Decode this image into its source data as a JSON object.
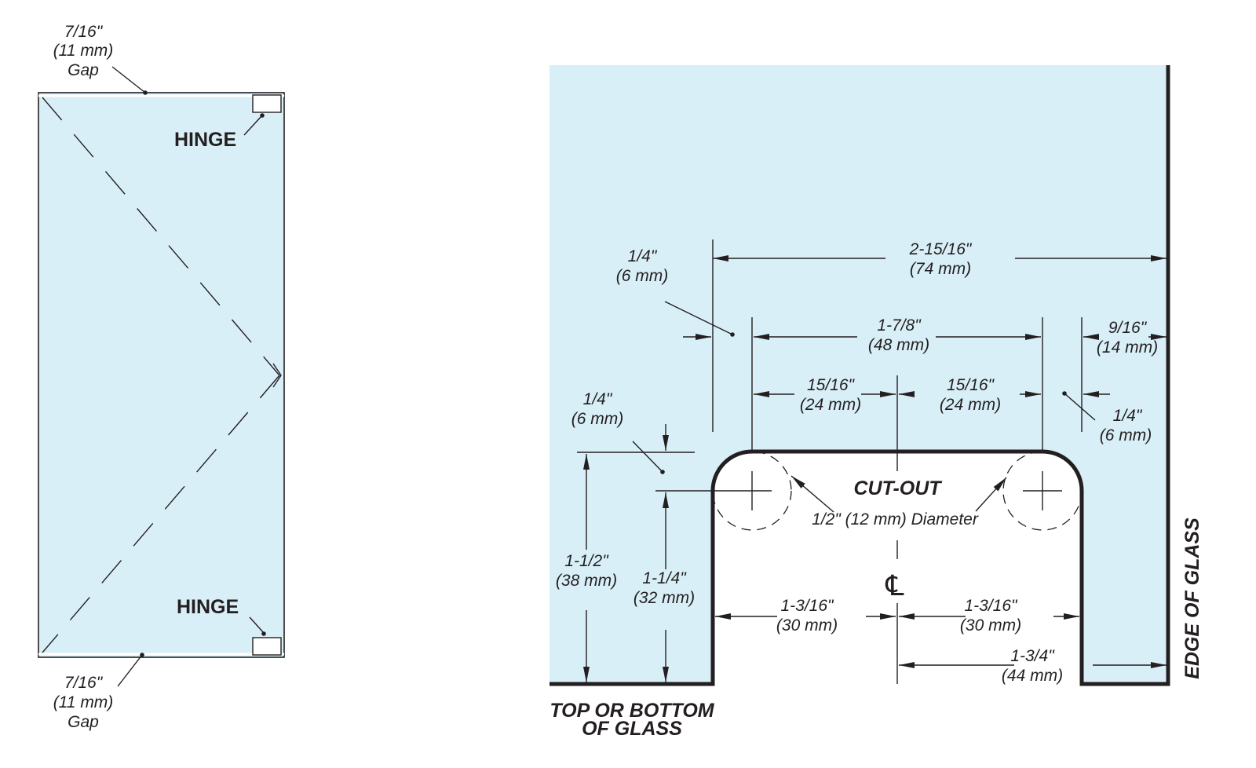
{
  "colors": {
    "glass": "#d9eff8",
    "line": "#231f20",
    "background": "#ffffff"
  },
  "door": {
    "top_gap": {
      "in": "7/16\"",
      "mm": "(11 mm)",
      "label": "Gap"
    },
    "bottom_gap": {
      "in": "7/16\"",
      "mm": "(11 mm)",
      "label": "Gap"
    },
    "hinge_top_label": "HINGE",
    "hinge_bottom_label": "HINGE"
  },
  "detail": {
    "overall_width": {
      "in": "2-15/16\"",
      "mm": "(74 mm)"
    },
    "hole_spacing": {
      "in": "1-7/8\"",
      "mm": "(48 mm)"
    },
    "left_inset": {
      "in": "1/4\"",
      "mm": "(6 mm)"
    },
    "right_edge": {
      "in": "9/16\"",
      "mm": "(14 mm)"
    },
    "half_left": {
      "in": "15/16\"",
      "mm": "(24 mm)"
    },
    "half_right": {
      "in": "15/16\"",
      "mm": "(24 mm)"
    },
    "right_inset": {
      "in": "1/4\"",
      "mm": "(6 mm)"
    },
    "top_inset": {
      "in": "1/4\"",
      "mm": "(6 mm)"
    },
    "cutout_depth": {
      "in": "1-1/2\"",
      "mm": "(38 mm)"
    },
    "hole_height": {
      "in": "1-1/4\"",
      "mm": "(32 mm)"
    },
    "cutout_half_left": {
      "in": "1-3/16\"",
      "mm": "(30 mm)"
    },
    "cutout_half_right": {
      "in": "1-3/16\"",
      "mm": "(30 mm)"
    },
    "center_to_edge": {
      "in": "1-3/4\"",
      "mm": "(44 mm)"
    },
    "cutout_label": "CUT-OUT",
    "hole_diameter": "1/2\" (12 mm) Diameter",
    "centerline_symbol": "℄",
    "bottom_label_line1": "TOP OR BOTTOM",
    "bottom_label_line2": "OF GLASS",
    "edge_label": "EDGE OF GLASS"
  }
}
